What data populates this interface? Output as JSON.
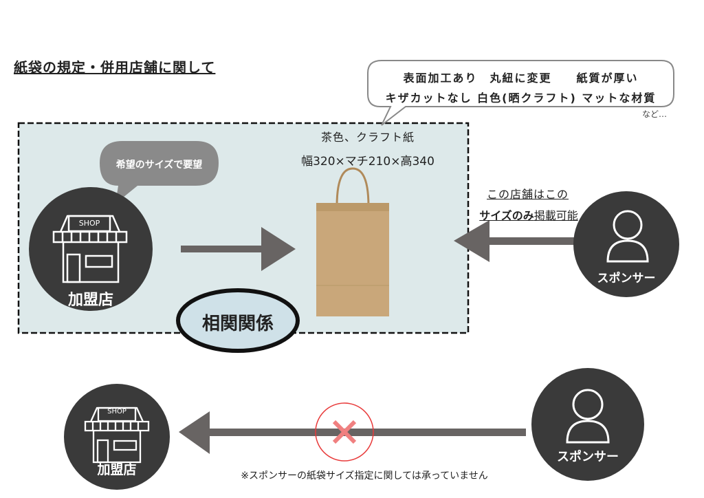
{
  "title": "紙袋の規定・併用店舗に関して",
  "options_bubble": {
    "line1": "表面加工あり　丸紐に変更　　紙質が厚い",
    "line2": "キザカットなし  白色(晒クラフト)  マットな材質",
    "etc": "など…"
  },
  "request_bubble": "希望のサイズで要望",
  "bag": {
    "line1": "茶色、クラフト紙",
    "line2": "幅320×マチ210×高340"
  },
  "shop": {
    "sign": "SHOP",
    "label": "加盟店"
  },
  "sponsor": {
    "label": "スポンサー"
  },
  "correlation": "相関関係",
  "note": {
    "line1": "この店舗はこの",
    "line2_bold": "サイズのみ",
    "line2_rest": "掲載可能"
  },
  "footnote": "※スポンサーの紙袋サイズ指定に関しては承っていません",
  "colors": {
    "box": "#dde9ea",
    "dark": "#3a3a3a",
    "arrow": "#686463",
    "bag": "#c9a77a",
    "ellipse": "#cfe1e8",
    "cross": "#e83a3a"
  }
}
